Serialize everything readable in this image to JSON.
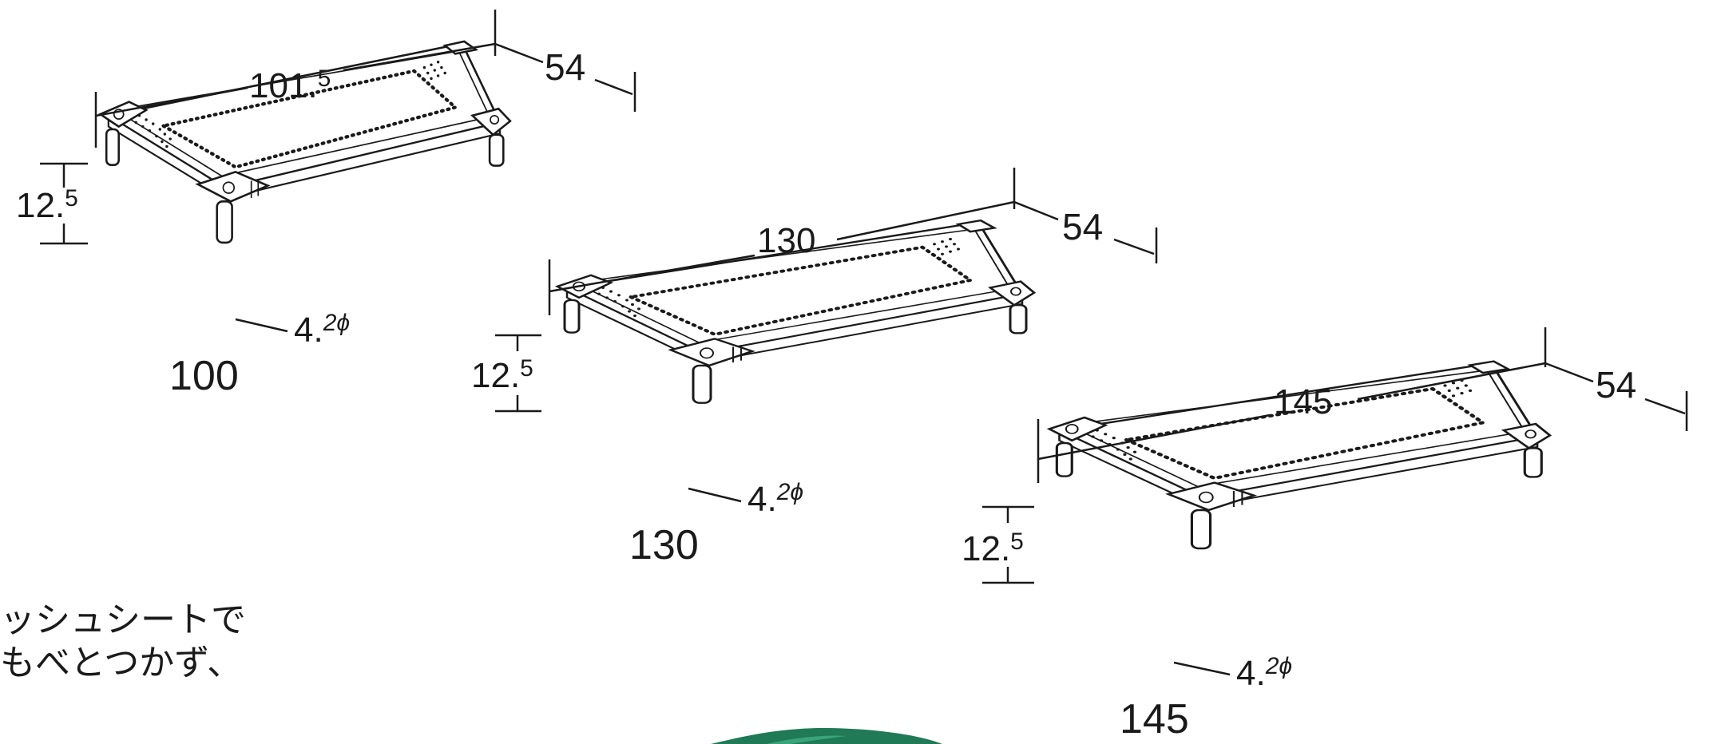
{
  "cots": [
    {
      "model": "100",
      "length": "101.",
      "length_frac": "5",
      "width": "54",
      "height": "12.",
      "height_frac": "5",
      "leg": "4.",
      "leg_sup": "2ϕ"
    },
    {
      "model": "130",
      "length": "130",
      "length_frac": "",
      "width": "54",
      "height": "12.",
      "height_frac": "5",
      "leg": "4.",
      "leg_sup": "2ϕ"
    },
    {
      "model": "145",
      "length": "145",
      "length_frac": "",
      "width": "54",
      "height": "12.",
      "height_frac": "5",
      "leg": "4.",
      "leg_sup": "2ϕ"
    }
  ],
  "caption": {
    "line1": "ッシュシートで",
    "line2": "もべとつかず、"
  },
  "colors": {
    "line": "#1a1a1a",
    "accent_green": "#1f7a55"
  }
}
